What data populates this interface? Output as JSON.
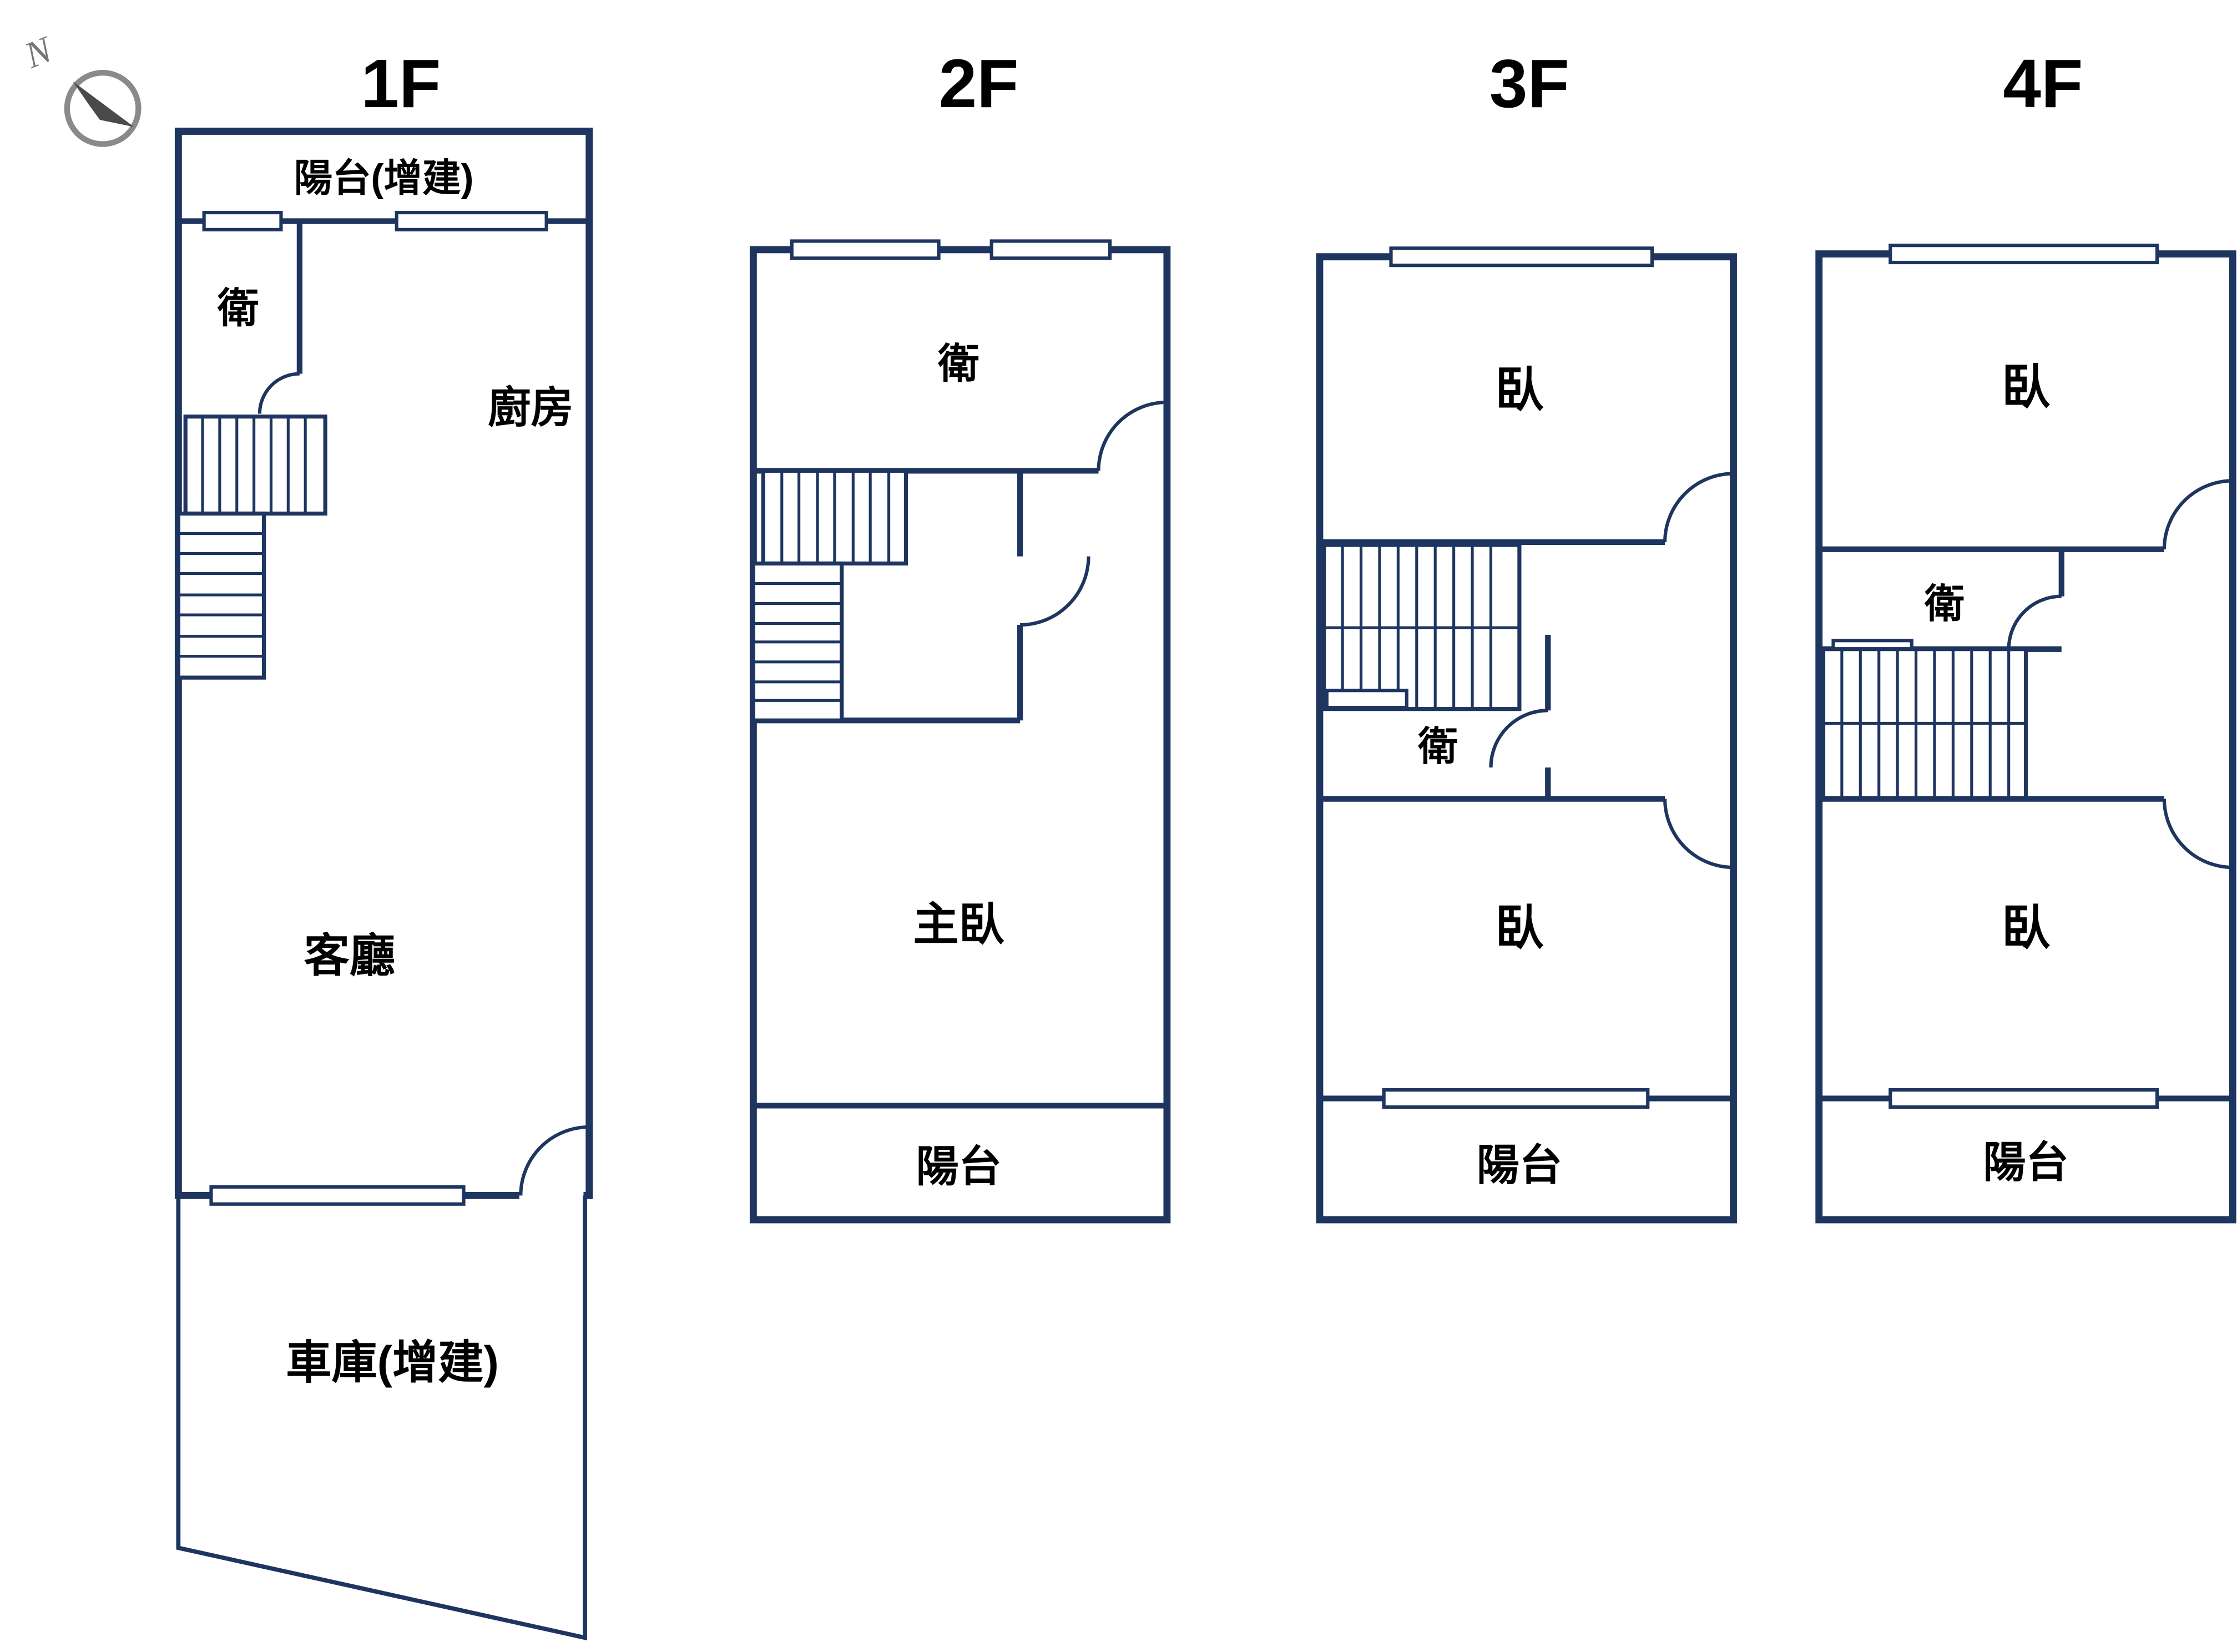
{
  "colors": {
    "wall": "#1e3560",
    "text": "#000000",
    "bg": "#ffffff",
    "ring": "#8a8a8a",
    "needle": "#4a4a4a"
  },
  "compass": {
    "label": "N"
  },
  "floors": [
    {
      "title": "1F",
      "rooms": {
        "balcony": "陽台(增建)",
        "bath": "衛",
        "kitchen": "廚房",
        "living": "客廳",
        "garage": "車庫(增建)"
      }
    },
    {
      "title": "2F",
      "rooms": {
        "bath": "衛",
        "master": "主臥",
        "balcony": "陽台"
      }
    },
    {
      "title": "3F",
      "rooms": {
        "bed_top": "臥",
        "bath": "衛",
        "bed_bottom": "臥",
        "balcony": "陽台"
      }
    },
    {
      "title": "4F",
      "rooms": {
        "bed_top": "臥",
        "bath": "衛",
        "bed_bottom": "臥",
        "balcony": "陽台"
      }
    }
  ]
}
